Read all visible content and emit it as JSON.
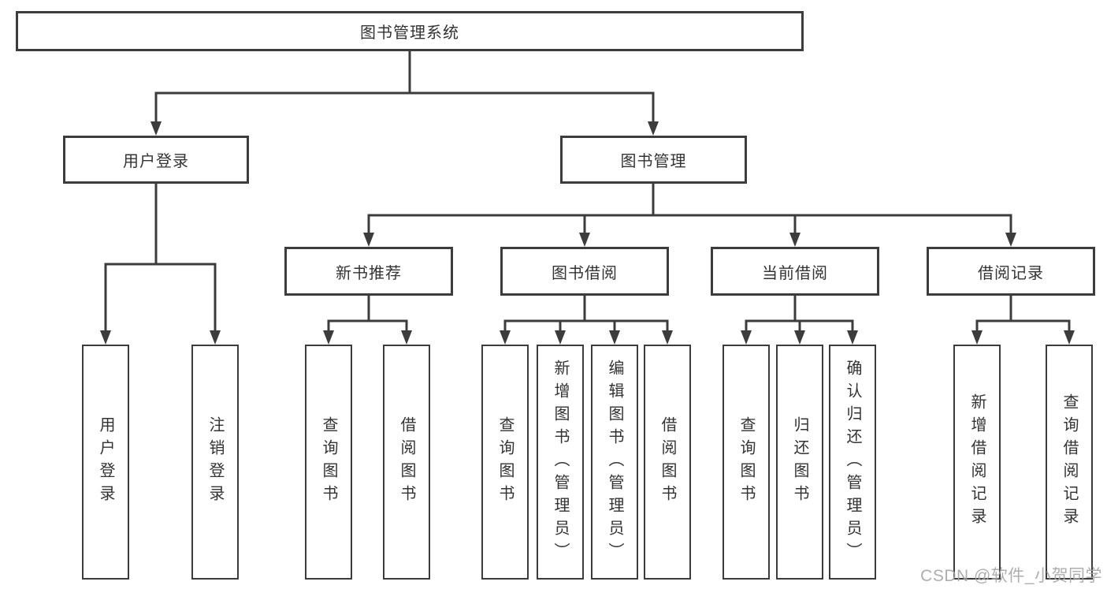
{
  "tree": {
    "label": "图书管理系统",
    "children": [
      {
        "label": "用户登录",
        "children": [
          {
            "label": "用户登录"
          },
          {
            "label": "注销登录"
          }
        ]
      },
      {
        "label": "图书管理",
        "children": [
          {
            "label": "新书推荐",
            "children": [
              {
                "label": "查询图书"
              },
              {
                "label": "借阅图书"
              }
            ]
          },
          {
            "label": "图书借阅",
            "children": [
              {
                "label": "查询图书"
              },
              {
                "label": "新增图书（管理员）"
              },
              {
                "label": "编辑图书（管理员）"
              },
              {
                "label": "借阅图书"
              }
            ]
          },
          {
            "label": "当前借阅",
            "children": [
              {
                "label": "查询图书"
              },
              {
                "label": "归还图书"
              },
              {
                "label": "确认归还（管理员）"
              }
            ]
          },
          {
            "label": "借阅记录",
            "children": [
              {
                "label": "新增借阅记录"
              },
              {
                "label": "查询借阅记录"
              }
            ]
          }
        ]
      }
    ]
  },
  "watermark": {
    "text": "CSDN @软件_小贺同学"
  },
  "colors": {
    "line": "#3c3c3c",
    "text": "#333333",
    "watermark": "#a6a6a6",
    "background": "#ffffff"
  }
}
